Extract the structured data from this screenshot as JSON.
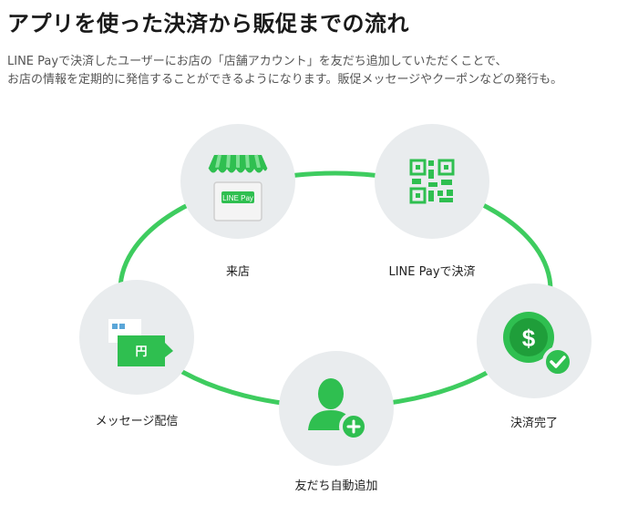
{
  "header": {
    "title": "アプリを使った決済から販促までの流れ",
    "description": [
      "LINE Payで決済したユーザーにお店の「店舗アカウント」を友だち追加していただくことで、",
      "お店の情報を定期的に発信することができるようになります。販促メッセージやクーポンなどの発行も。"
    ]
  },
  "flow": {
    "steps": [
      {
        "label": "来店",
        "icon": "storefront-icon"
      },
      {
        "label": "LINE Payで決済",
        "icon": "qr-code-icon"
      },
      {
        "label": "決済完了",
        "icon": "coin-check-icon"
      },
      {
        "label": "友だち自動追加",
        "icon": "add-friend-icon"
      },
      {
        "label": "メッセージ配信",
        "icon": "message-yen-icon"
      }
    ],
    "store_sign_text": "LINE Pay",
    "coin_symbol": "$",
    "message_symbol": "円"
  },
  "colors": {
    "accent": "#3ecc5f",
    "dark_green": "#1f9e3a",
    "circle_bg": "#e9ecee"
  }
}
